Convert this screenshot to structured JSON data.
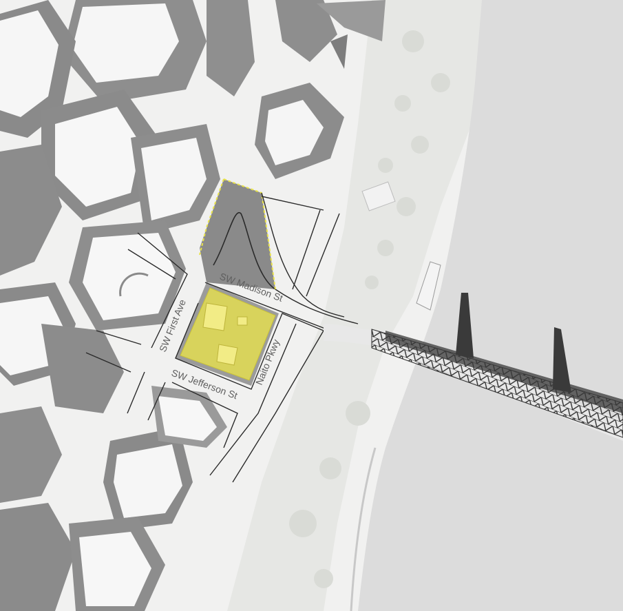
{
  "map": {
    "streets": {
      "madison": "SW Madison St",
      "first_ave": "SW First Ave",
      "jefferson": "SW Jefferson St",
      "naito": "Naito Pkwy"
    },
    "colors": {
      "water": "#dcdcdc",
      "land": "#f0f0ef",
      "park": "#e5e6e3",
      "building": "#8a8a8a",
      "building_top": "#f7f7f7",
      "street_line": "#2a2a2a",
      "highlight": "#e9e34a",
      "bridge": "#3a3a3a"
    }
  }
}
